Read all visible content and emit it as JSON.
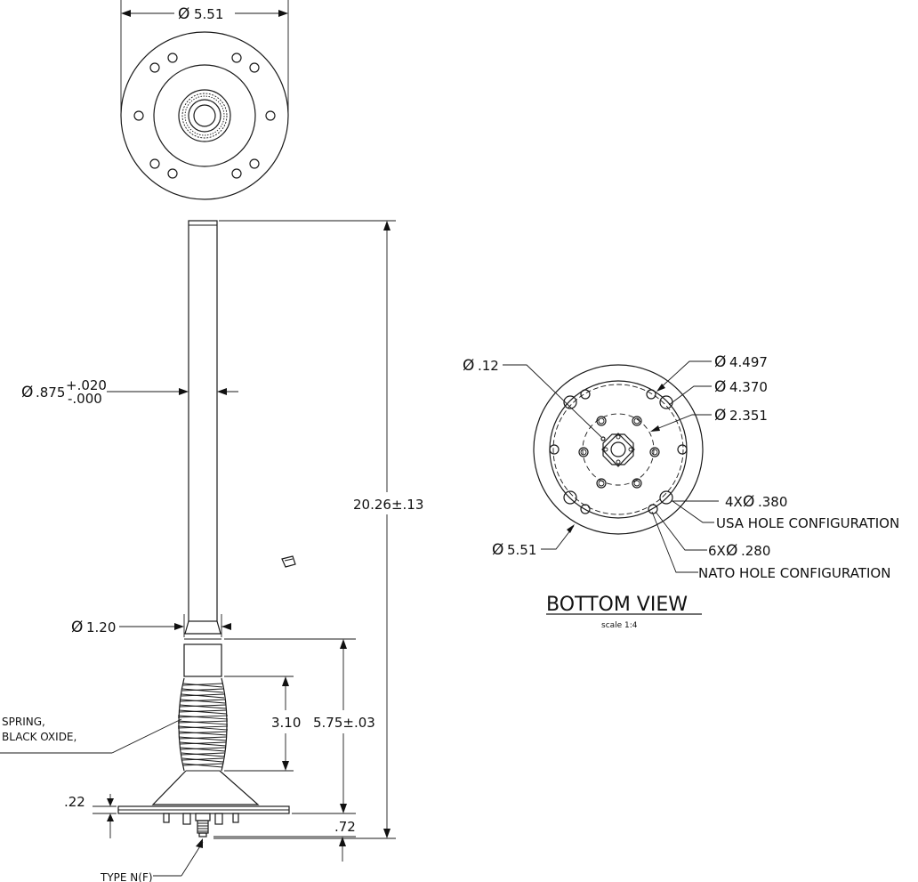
{
  "top_view": {
    "dia": "5.51"
  },
  "side_view": {
    "whip_dia": ".875",
    "whip_tol_plus": "+.020",
    "whip_tol_minus": "-.000",
    "overall_length": "20.26±.13",
    "ferrule_dia": "1.20",
    "spring_length": "3.10",
    "base_length": "5.75±.03",
    "spring_label_1": "SPRING,",
    "spring_label_2": "BLACK OXIDE,",
    "plate_thickness": ".22",
    "connector_height": ".72",
    "connector_label": "TYPE N(F)"
  },
  "bottom_view": {
    "title": "BOTTOM VIEW",
    "scale": "scale 1:4",
    "small_hole": ".12",
    "bc_outer": "4.497",
    "bc_usa": "4.370",
    "bc_inner": "2.351",
    "usa_holes": "4X",
    "usa_hole_dia": ".380",
    "usa_label": "USA HOLE CONFIGURATION",
    "nato_holes": "6X",
    "nato_hole_dia": ".280",
    "nato_label": "NATO HOLE CONFIGURATION",
    "outer_dia": "5.51"
  },
  "diameter_symbol": "Ø"
}
